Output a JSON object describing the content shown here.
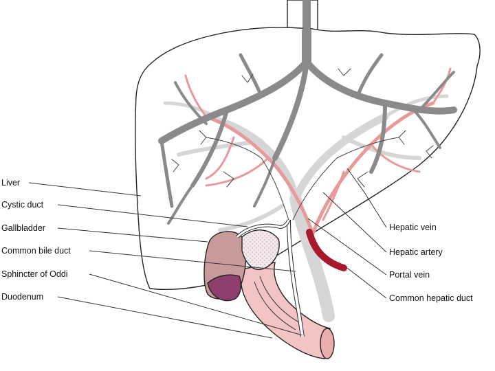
{
  "diagram": {
    "left_labels": [
      {
        "id": "liver",
        "text": "Liver"
      },
      {
        "id": "cystic-duct",
        "text": "Cystic duct"
      },
      {
        "id": "gallbladder",
        "text": "Gallbladder"
      },
      {
        "id": "common-bile-duct",
        "text": "Common bile duct"
      },
      {
        "id": "sphincter-of-oddi",
        "text": "Sphincter of Oddi"
      },
      {
        "id": "duodenum",
        "text": "Duodenum"
      }
    ],
    "right_labels": [
      {
        "id": "hepatic-vein",
        "text": "Hepatic vein"
      },
      {
        "id": "hepatic-artery",
        "text": "Hepatic artery"
      },
      {
        "id": "portal-vein",
        "text": "Portal vein"
      },
      {
        "id": "common-hepatic-duct",
        "text": "Common hepatic duct"
      }
    ],
    "colors": {
      "hepatic_vein": "#8a8a8a",
      "artery_branches": "#e89a9a",
      "artery_trunk": "#a8192c",
      "portal_vein": "#d6d6d6",
      "gallbladder_fill": "#c99a9a",
      "gallbladder_fundus": "#8e3f6e",
      "duodenum": "#f3c4c4"
    }
  }
}
